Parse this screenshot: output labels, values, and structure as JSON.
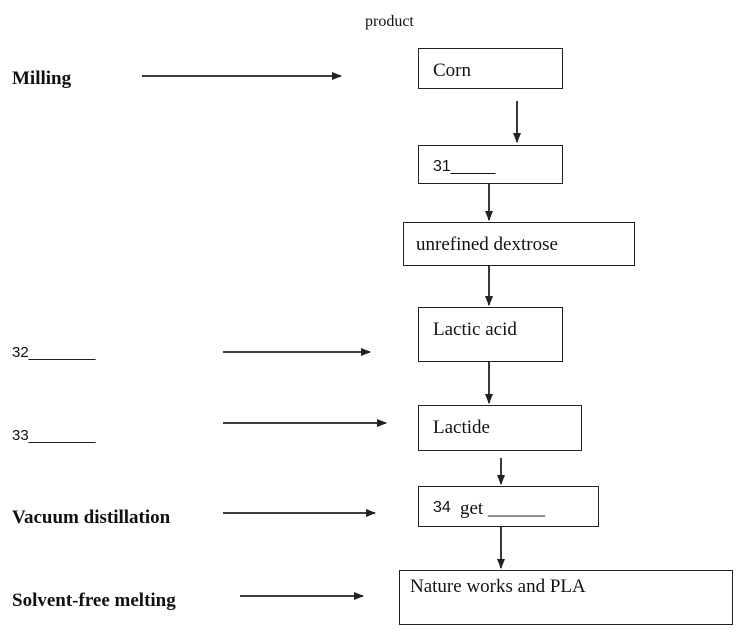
{
  "header": {
    "column_label": "product"
  },
  "steps": [
    {
      "label": "Milling"
    },
    {
      "label": "32________"
    },
    {
      "label": "33________"
    },
    {
      "label": "Vacuum distillation"
    },
    {
      "label": "Solvent-free melting"
    }
  ],
  "boxes": [
    {
      "text": "Corn"
    },
    {
      "text": "31_____"
    },
    {
      "text": "unrefined dextrose"
    },
    {
      "text": "Lactic acid"
    },
    {
      "text": "Lactide"
    },
    {
      "number": "34",
      "text": "get ______"
    },
    {
      "text": "Nature works   and PLA"
    }
  ]
}
